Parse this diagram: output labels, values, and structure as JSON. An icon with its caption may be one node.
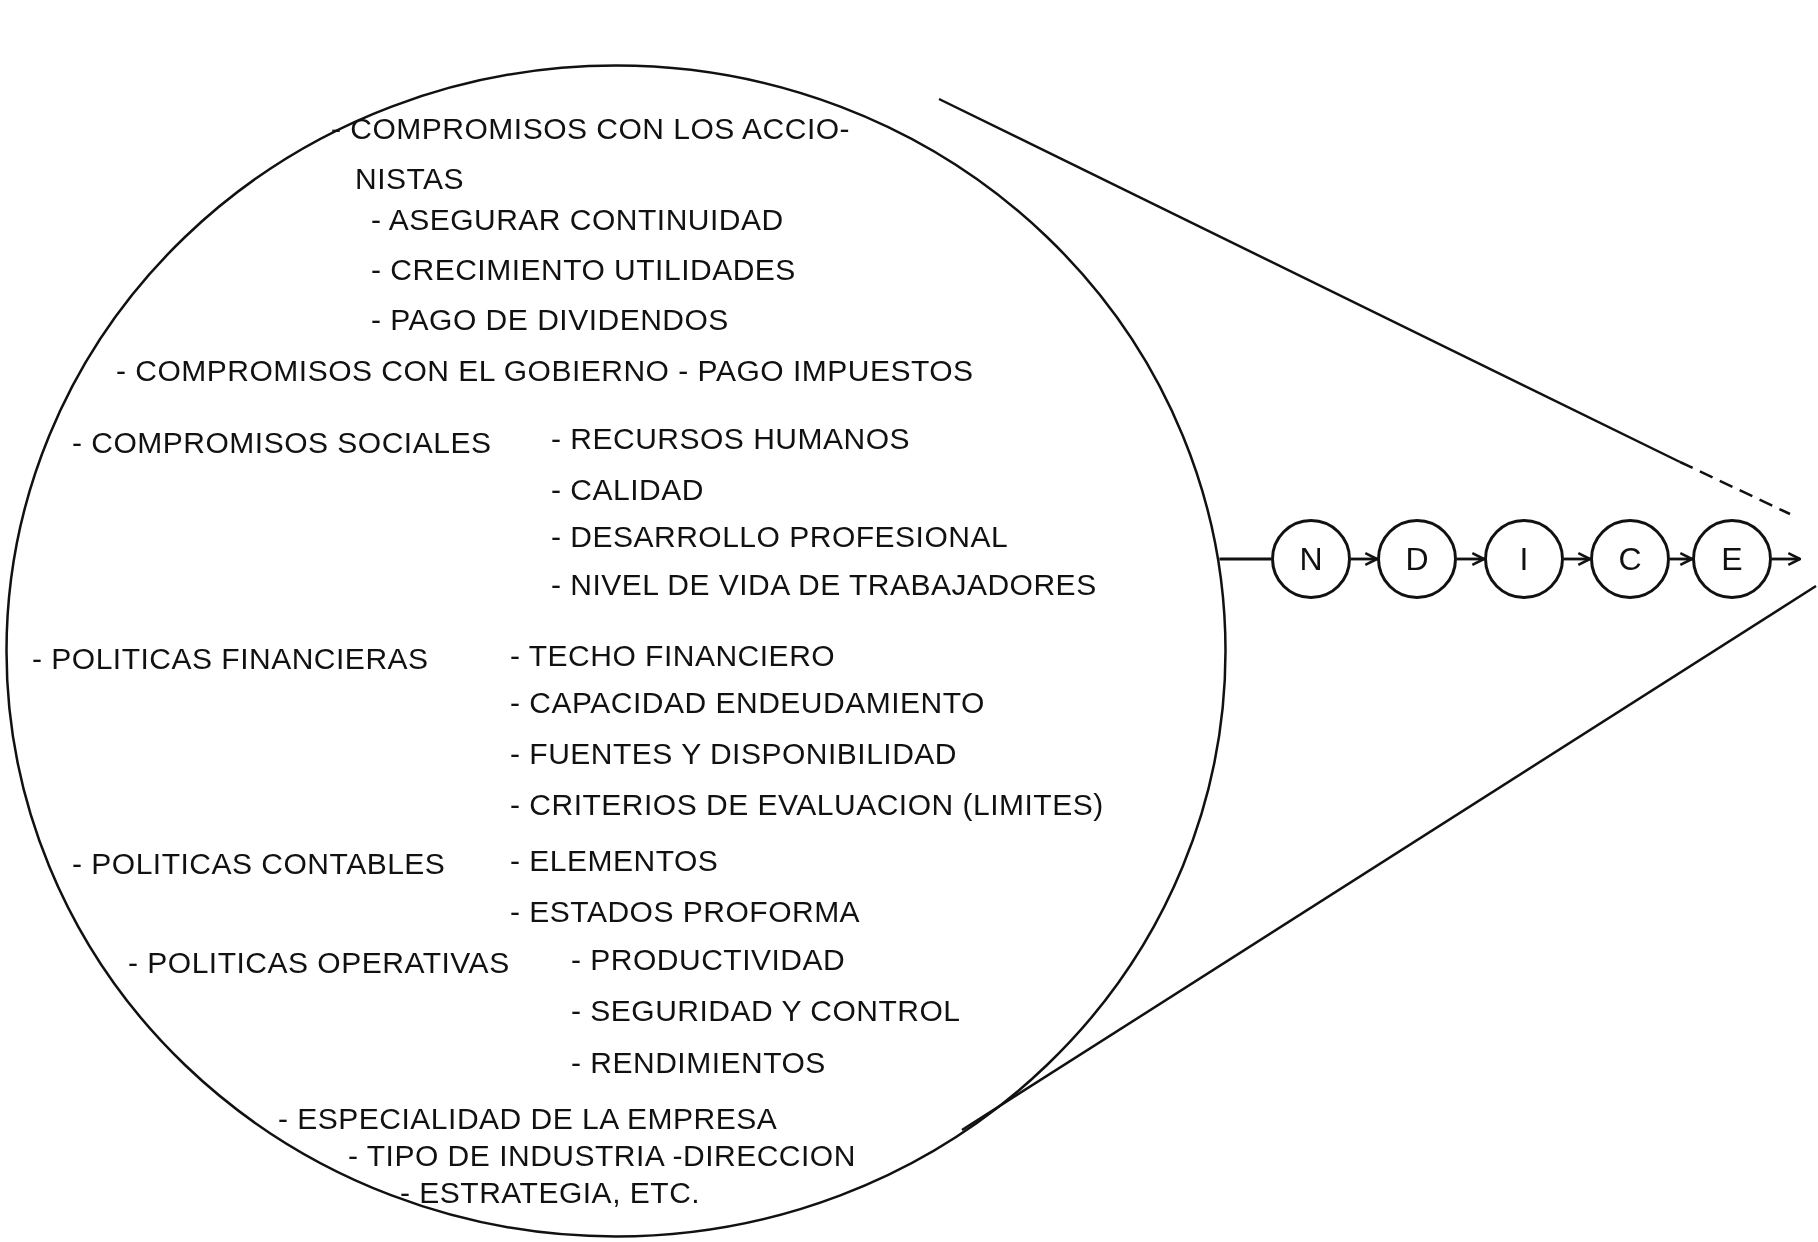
{
  "diagram": {
    "nodes": [
      {
        "text": [
          "- COMPROMISOS CON LOS ACCIO- NISTAS",
          "- ASEGURAR CONTINUIDAD",
          "- CRECIMIENTO UTILIDADES",
          "- PAGO DE DIVIDENDOS",
          "- COMPROMISOS CON EL GOBIERNO - PAGO IMPUESTOS",
          "- COMPROMISOS SOCIALES",
          "- RECURSOS HUMANOS",
          "- CALIDAD",
          "- DESARROLLO PROFESIONAL",
          "- NIVEL DE VIDA DE TRABAJADORES",
          "- POLITICAS FINANCIERAS",
          "- TECHO FINANCIERO",
          "- CAPACIDAD ENDEUDAMIENTO",
          "- FUENTES Y DISPONIBILIDAD",
          "- CRITERIOS DE EVALUACION (LIMITES)",
          "- POLITICAS CONTABLES",
          "- ELEMENTOS",
          "- ESTADOS PROFORMA",
          "- POLITICAS OPERATIVAS",
          "- PRODUCTIVIDAD",
          "- SEGURIDAD Y CONTROL",
          "- RENDIMIENTOS",
          "- ESPECIALIDAD DE LA EMPRESA",
          "- TIPO DE INDUSTRIA -DIRECCION",
          "- ESTRATEGIA, ETC."
        ]
      },
      {
        "text": [
          "N"
        ]
      },
      {
        "text": [
          "D"
        ]
      },
      {
        "text": [
          "I"
        ]
      },
      {
        "text": [
          "C"
        ]
      },
      {
        "text": [
          "E"
        ]
      }
    ],
    "edges": [
      {
        "from": 0,
        "to": 1,
        "arrow": "none"
      },
      {
        "from": 1,
        "to": 2,
        "arrow": "to"
      },
      {
        "from": 2,
        "to": 3,
        "arrow": "to"
      },
      {
        "from": 3,
        "to": 4,
        "arrow": "to"
      },
      {
        "from": 4,
        "to": 5,
        "arrow": "to"
      },
      {
        "from": 5,
        "to": null,
        "arrow": "to"
      }
    ]
  }
}
